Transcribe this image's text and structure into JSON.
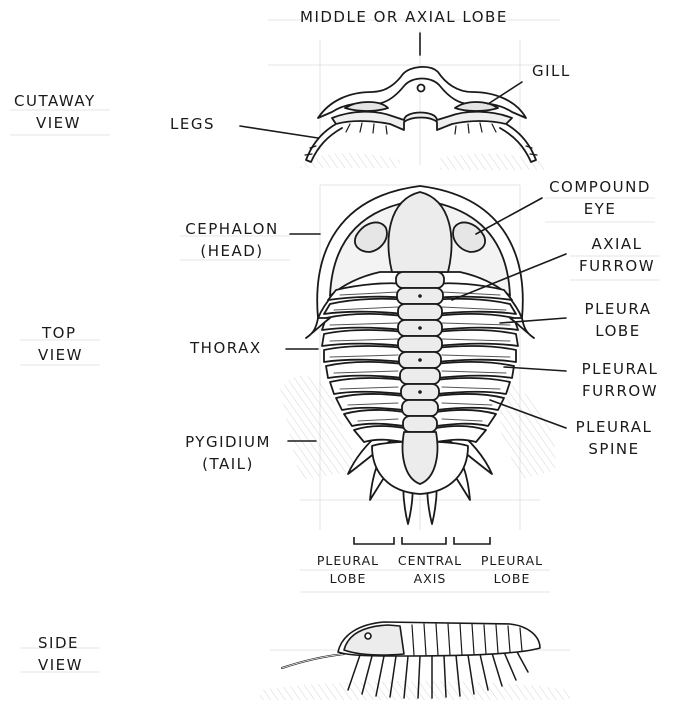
{
  "views": {
    "cutaway": [
      "CUTAWAY",
      "VIEW"
    ],
    "top": [
      "TOP",
      "VIEW"
    ],
    "side": [
      "SIDE",
      "VIEW"
    ]
  },
  "cutaway_labels": {
    "middle_lobe": "MIDDLE OR AXIAL LOBE",
    "gill": "GILL",
    "legs": "LEGS"
  },
  "top_labels": {
    "cephalon": [
      "CEPHALON",
      "(HEAD)"
    ],
    "thorax": "THORAX",
    "pygidium": [
      "PYGIDIUM",
      "(TAIL)"
    ],
    "compound_eye": [
      "COMPOUND",
      "EYE"
    ],
    "axial_furrow": [
      "AXIAL",
      "FURROW"
    ],
    "pleura_lobe": [
      "PLEURA",
      "LOBE"
    ],
    "pleural_furrow": [
      "PLEURAL",
      "FURROW"
    ],
    "pleural_spine": [
      "PLEURAL",
      "SPINE"
    ]
  },
  "bottom_labels": {
    "left_lobe": [
      "PLEURAL",
      "LOBE"
    ],
    "central_axis": [
      "CENTRAL",
      "AXIS"
    ],
    "right_lobe": [
      "PLEURAL",
      "LOBE"
    ]
  },
  "colors": {
    "ink": "#1a1a1a",
    "shade": "#cfcfcf",
    "guide": "#d8d8d8",
    "paper": "#ffffff"
  }
}
